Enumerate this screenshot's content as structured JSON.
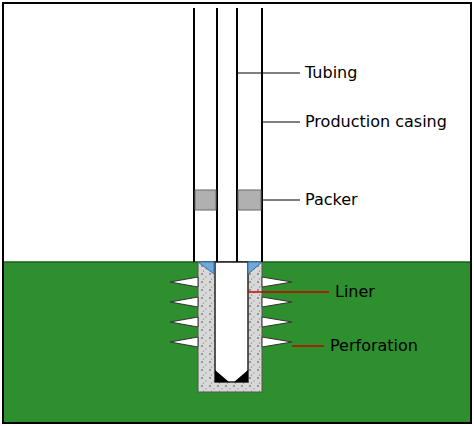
{
  "diagram": {
    "labels": [
      "Tubing",
      "Production casing",
      "Packer",
      "Liner",
      "Perforation"
    ]
  }
}
